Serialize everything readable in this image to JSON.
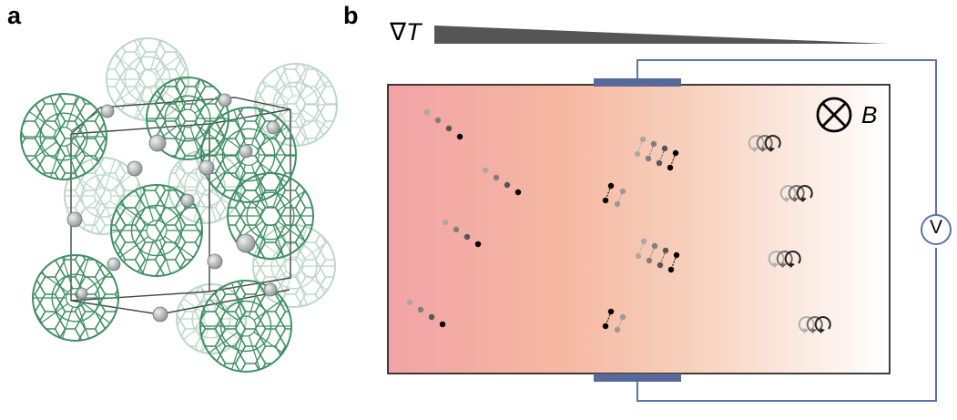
{
  "panels": {
    "a": {
      "label": "a"
    },
    "b": {
      "label": "b",
      "gradient_label": "∇T",
      "field_label": "B",
      "voltmeter_label": "V"
    }
  },
  "colors": {
    "fullerene": "#3f8f63",
    "atom": "#a9adae",
    "cell_edge": "#444444",
    "wire": "#5a73a8",
    "electrode": "#56699a",
    "gradient_hot": "#f2a3a6",
    "gradient_mid": "#f6c6ab",
    "gradient_cold": "#ffffff",
    "wedge": "#555555"
  },
  "icons": {
    "field": "circled-cross-icon",
    "voltmeter": "voltmeter-icon",
    "orbit": "cyclotron-orbit-icon"
  }
}
